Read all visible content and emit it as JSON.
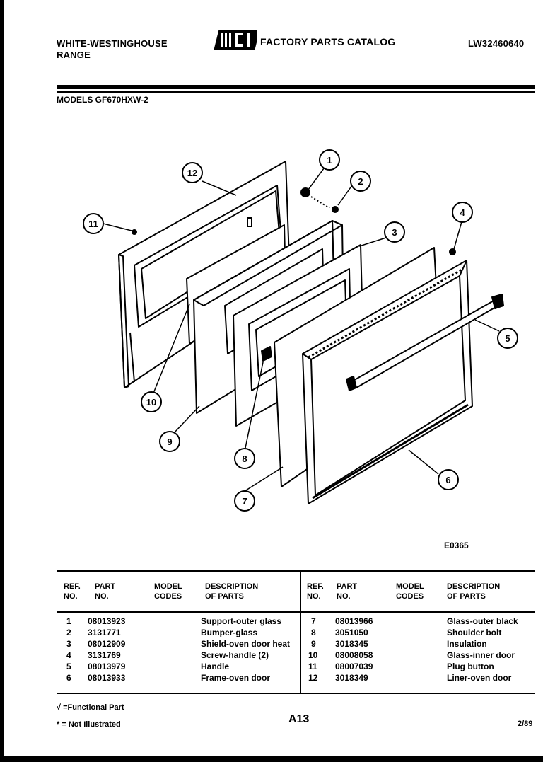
{
  "header": {
    "brand_line1": "WHITE-WESTINGHOUSE",
    "brand_line2": "RANGE",
    "logo_text": "WCI",
    "catalog_title": "FACTORY PARTS CATALOG",
    "doc_number": "LW32460640"
  },
  "models_line": "MODELS GF670HXW-2",
  "diagram": {
    "figure_ref": "E0365",
    "callouts": [
      "1",
      "2",
      "3",
      "4",
      "5",
      "6",
      "7",
      "8",
      "9",
      "10",
      "11",
      "12"
    ]
  },
  "table": {
    "headers": {
      "ref_no_l1": "REF.",
      "ref_no_l2": "NO.",
      "part_no_l1": "PART",
      "part_no_l2": "NO.",
      "model_codes_l1": "MODEL",
      "model_codes_l2": "CODES",
      "desc_l1": "DESCRIPTION",
      "desc_l2": "OF PARTS"
    },
    "left_rows": [
      {
        "ref": "1",
        "part": "08013923",
        "desc": "Support-outer glass"
      },
      {
        "ref": "2",
        "part": "3131771",
        "desc": "Bumper-glass"
      },
      {
        "ref": "3",
        "part": "08012909",
        "desc": "Shield-oven door heat"
      },
      {
        "ref": "4",
        "part": "3131769",
        "desc": "Screw-handle (2)"
      },
      {
        "ref": "5",
        "part": "08013979",
        "desc": "Handle"
      },
      {
        "ref": "6",
        "part": "08013933",
        "desc": "Frame-oven door"
      }
    ],
    "right_rows": [
      {
        "ref": "7",
        "part": "08013966",
        "desc": "Glass-outer black"
      },
      {
        "ref": "8",
        "part": "3051050",
        "desc": "Shoulder bolt"
      },
      {
        "ref": "9",
        "part": "3018345",
        "desc": "Insulation"
      },
      {
        "ref": "10",
        "part": "08008058",
        "desc": "Glass-inner door"
      },
      {
        "ref": "11",
        "part": "08007039",
        "desc": "Plug button"
      },
      {
        "ref": "12",
        "part": "3018349",
        "desc": "Liner-oven door"
      }
    ]
  },
  "footer": {
    "functional_part": "√ =Functional Part",
    "not_illustrated": "* = Not Illustrated",
    "page": "A13",
    "date": "2/89"
  }
}
